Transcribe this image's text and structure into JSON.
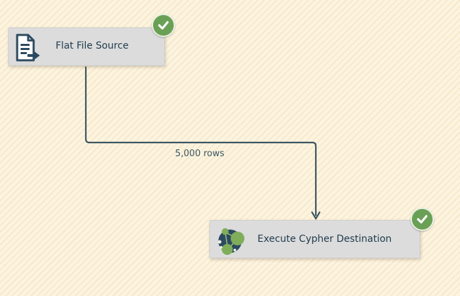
{
  "source_task": {
    "label": "Flat File Source",
    "icon": "flat-file-source-icon",
    "status": "success"
  },
  "destination_task": {
    "label": "Execute Cypher Destination",
    "icon": "neo4j-graph-icon",
    "status": "success"
  },
  "data_path": {
    "row_count_label": "5,000 rows"
  },
  "colors": {
    "canvas_bg": "#fdf4df",
    "stripe": "#f4e6c9",
    "task_bg": "#dcdcdc",
    "connector": "#3b5561",
    "success_green": "#6aa055",
    "icon_navy": "#2c4a5f",
    "graph_green": "#7fae5a"
  }
}
